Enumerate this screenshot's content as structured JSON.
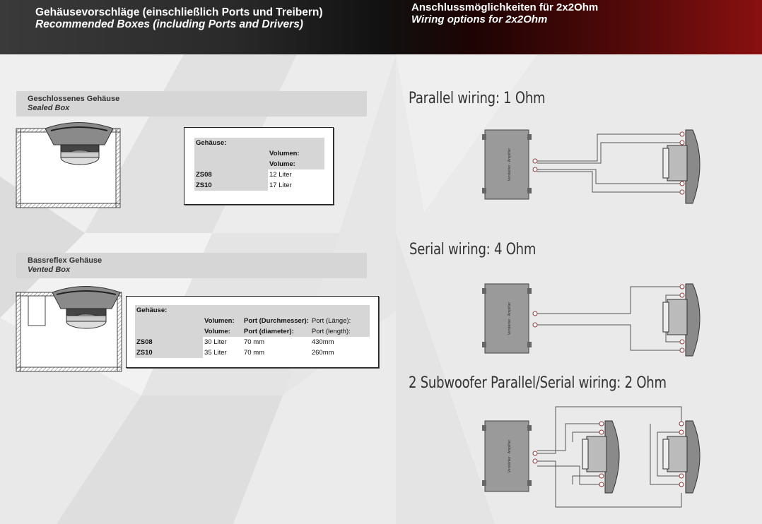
{
  "header": {
    "left_de": "Gehäusevorschläge (einschließlich Ports und Treibern)",
    "left_en": "Recommended Boxes (including Ports and Drivers)",
    "right_de": "Anschlussmöglichkeiten für 2x2Ohm",
    "right_en": "Wiring options for 2x2Ohm"
  },
  "sealed": {
    "title_de": "Geschlossenes Gehäuse",
    "title_en": "Sealed Box",
    "table": {
      "head": "Gehäuse:",
      "col1_de": "Volumen:",
      "col1_en": "Volume:",
      "rows": [
        {
          "model": "ZS08",
          "volume": "12 Liter"
        },
        {
          "model": "ZS10",
          "volume": "17 Liter"
        }
      ]
    }
  },
  "vented": {
    "title_de": "Bassreflex Gehäuse",
    "title_en": "Vented Box",
    "table": {
      "head": "Gehäuse:",
      "col1_de": "Volumen:",
      "col1_en": "Volume:",
      "col2_de": "Port (Durchmesser):",
      "col2_en": "Port (diameter):",
      "col3_de": "Port (Länge):",
      "col3_en": "Port (length):",
      "rows": [
        {
          "model": "ZS08",
          "volume": "30 Liter",
          "diameter": "70 mm",
          "length": "430mm"
        },
        {
          "model": "ZS10",
          "volume": "35 Liter",
          "diameter": "70 mm",
          "length": "260mm"
        }
      ]
    }
  },
  "wiring": {
    "parallel": "Parallel wiring: 1 Ohm",
    "serial": "Serial wiring: 4 Ohm",
    "combo": "2 Subwoofer Parallel/Serial wiring: 2 Ohm",
    "amp_label": "Verstärker · Amplifier"
  },
  "colors": {
    "header_dark": "#2a2a2a",
    "header_red": "#8a1010",
    "section_gray": "#d6d6d6",
    "terminal": "#8a3a3a"
  }
}
